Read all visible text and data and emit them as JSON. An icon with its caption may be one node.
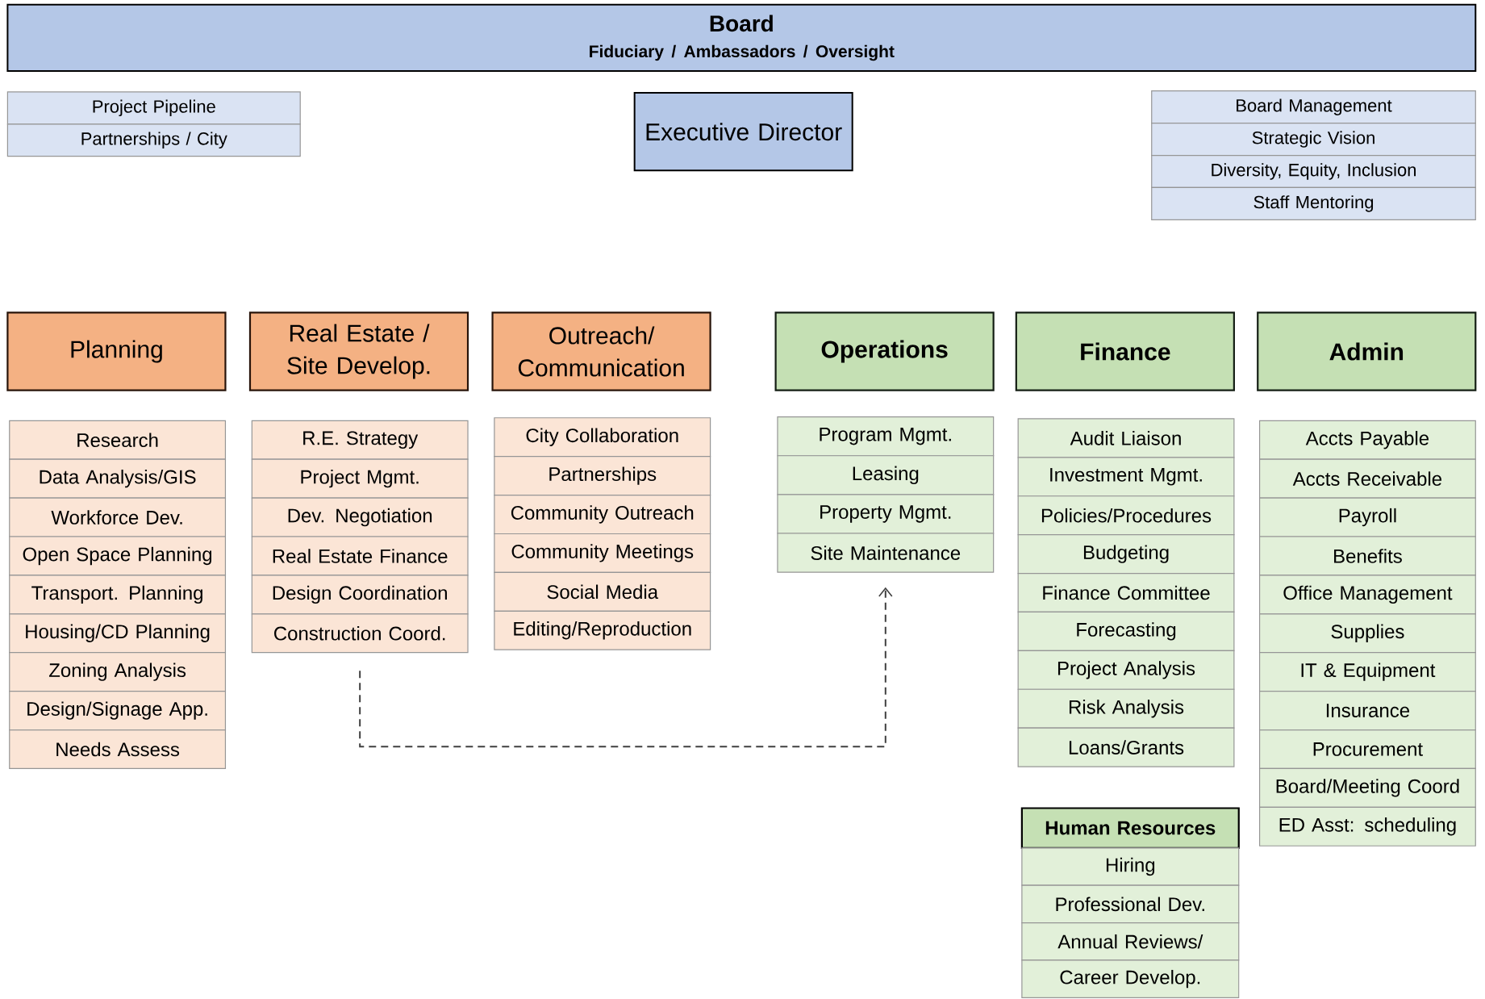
{
  "diagram": {
    "nodes": [
      {
        "text": [
          "Board",
          "Fiduciary / Ambassadors / Oversight"
        ]
      },
      {
        "text": [
          "Project Pipeline"
        ]
      },
      {
        "text": [
          "Partnerships / City"
        ]
      },
      {
        "text": [
          "Executive Director"
        ]
      },
      {
        "text": [
          "Board Management"
        ]
      },
      {
        "text": [
          "Strategic Vision"
        ]
      },
      {
        "text": [
          "Diversity, Equity, Inclusion"
        ]
      },
      {
        "text": [
          "Staff Mentoring"
        ]
      },
      {
        "text": [
          "Planning"
        ]
      },
      {
        "text": [
          "Research"
        ]
      },
      {
        "text": [
          "Data Analysis/GIS"
        ]
      },
      {
        "text": [
          "Workforce Dev."
        ]
      },
      {
        "text": [
          "Open Space Planning"
        ]
      },
      {
        "text": [
          "Transport. Planning"
        ]
      },
      {
        "text": [
          "Housing/CD Planning"
        ]
      },
      {
        "text": [
          "Zoning Analysis"
        ]
      },
      {
        "text": [
          "Design/Signage App."
        ]
      },
      {
        "text": [
          "Needs Assess"
        ]
      },
      {
        "text": [
          "Real Estate / Site Develop."
        ]
      },
      {
        "text": [
          "R.E. Strategy"
        ]
      },
      {
        "text": [
          "Project Mgmt."
        ]
      },
      {
        "text": [
          "Dev. Negotiation"
        ]
      },
      {
        "text": [
          "Real Estate Finance"
        ]
      },
      {
        "text": [
          "Design Coordination"
        ]
      },
      {
        "text": [
          "Construction Coord."
        ]
      },
      {
        "text": [
          "Outreach/ Communication"
        ]
      },
      {
        "text": [
          "City Collaboration"
        ]
      },
      {
        "text": [
          "Partnerships"
        ]
      },
      {
        "text": [
          "Community Outreach"
        ]
      },
      {
        "text": [
          "Community Meetings"
        ]
      },
      {
        "text": [
          "Social Media"
        ]
      },
      {
        "text": [
          "Editing/Reproduction"
        ]
      },
      {
        "text": [
          "Operations"
        ]
      },
      {
        "text": [
          "Program Mgmt."
        ]
      },
      {
        "text": [
          "Leasing"
        ]
      },
      {
        "text": [
          "Property Mgmt."
        ]
      },
      {
        "text": [
          "Site Maintenance"
        ]
      },
      {
        "text": [
          "Finance"
        ]
      },
      {
        "text": [
          "Audit Liaison"
        ]
      },
      {
        "text": [
          "Investment Mgmt."
        ]
      },
      {
        "text": [
          "Policies/Procedures"
        ]
      },
      {
        "text": [
          "Budgeting"
        ]
      },
      {
        "text": [
          "Finance Committee"
        ]
      },
      {
        "text": [
          "Forecasting"
        ]
      },
      {
        "text": [
          "Project Analysis"
        ]
      },
      {
        "text": [
          "Risk Analysis"
        ]
      },
      {
        "text": [
          "Loans/Grants"
        ]
      },
      {
        "text": [
          "Admin"
        ]
      },
      {
        "text": [
          "Accts Payable"
        ]
      },
      {
        "text": [
          "Accts Receivable"
        ]
      },
      {
        "text": [
          "Payroll"
        ]
      },
      {
        "text": [
          "Benefits"
        ]
      },
      {
        "text": [
          "Office Management"
        ]
      },
      {
        "text": [
          "Supplies"
        ]
      },
      {
        "text": [
          "IT & Equipment"
        ]
      },
      {
        "text": [
          "Insurance"
        ]
      },
      {
        "text": [
          "Procurement"
        ]
      },
      {
        "text": [
          "Board/Meeting Coord"
        ]
      },
      {
        "text": [
          "ED Asst: scheduling"
        ]
      },
      {
        "text": [
          "Human Resources"
        ]
      },
      {
        "text": [
          "Hiring"
        ]
      },
      {
        "text": [
          "Professional Dev."
        ]
      },
      {
        "text": [
          "Annual Reviews/"
        ]
      },
      {
        "text": [
          "Career Develop."
        ]
      }
    ],
    "edges": [
      {
        "from": 24,
        "to": 36,
        "arrow": "to",
        "style": "dashed"
      }
    ]
  }
}
